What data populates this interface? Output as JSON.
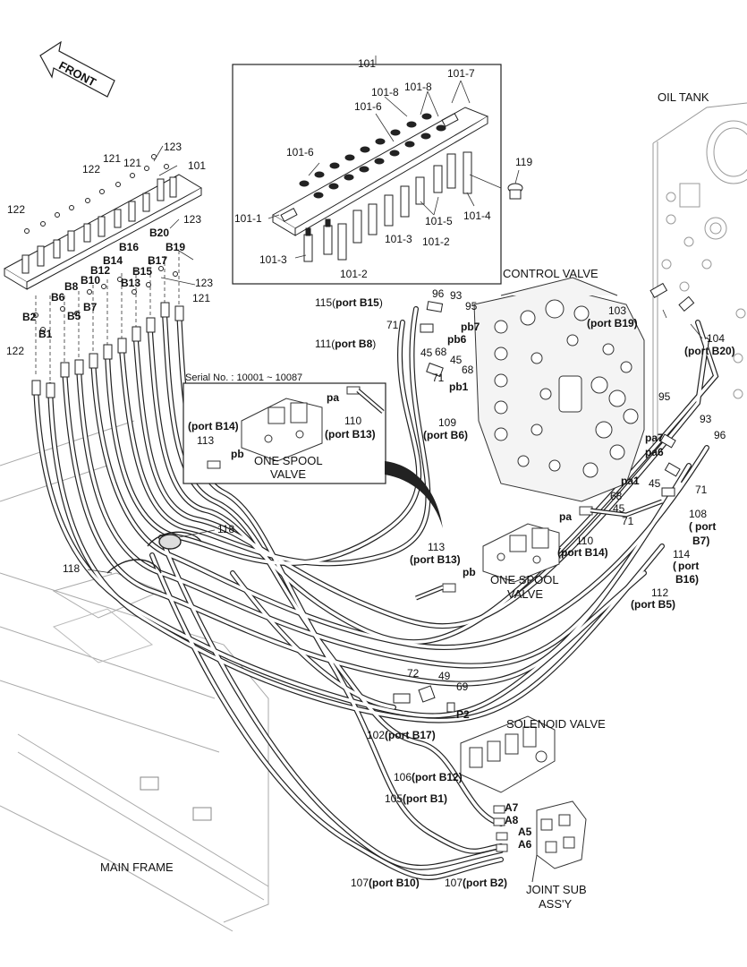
{
  "callouts": {
    "front": "FRONT",
    "oil_tank": "OIL TANK",
    "control_valve": "CONTROL VALVE",
    "solenoid_valve": "SOLENOID VALVE",
    "main_frame": "MAIN FRAME",
    "one_spool_valve_line1": "ONE SPOOL",
    "one_spool_valve_line2": "VALVE",
    "joint_sub_line1": "JOINT SUB",
    "joint_sub_line2": "ASS'Y",
    "serial": "Serial No. : 10001 ~ 10087"
  },
  "parts": {
    "p101": "101",
    "p101_1": "101-1",
    "p101_2": "101-2",
    "p101_3": "101-3",
    "p101_4": "101-4",
    "p101_5": "101-5",
    "p101_6": "101-6",
    "p101_7": "101-7",
    "p101_8": "101-8",
    "p119": "119",
    "p121": "121",
    "p122": "122",
    "p123": "123",
    "p118": "118",
    "p96": "96",
    "p93": "93",
    "p95": "95",
    "p71": "71",
    "p68": "68",
    "p45": "45",
    "p103": "103",
    "p104": "104",
    "p108": "108",
    "p114": "114",
    "p112": "112",
    "p110": "110",
    "p113": "113",
    "p109": "109",
    "p72": "72",
    "p49": "49",
    "p69": "69",
    "p102": "102",
    "p106": "106",
    "p105": "105",
    "p107": "107"
  },
  "ports": {
    "b1": "B1",
    "b2": "B2",
    "b5": "B5",
    "b6": "B6",
    "b7": "B7",
    "b8": "B8",
    "b10": "B10",
    "b12": "B12",
    "b13": "B13",
    "b14": "B14",
    "b15": "B15",
    "b16": "B16",
    "b17": "B17",
    "b19": "B19",
    "b20": "B20",
    "pb": "pb",
    "pa": "pa",
    "pb1": "pb1",
    "pb6": "pb6",
    "pb7": "pb7",
    "pa1": "pa1",
    "pa6": "pa6",
    "pa7": "pa7",
    "p2": "P2",
    "a5": "A5",
    "a6": "A6",
    "a7": "A7",
    "a8": "A8"
  },
  "port_refs": {
    "open": "(",
    "close": ")",
    "prefix": "port ",
    "port_word": "port",
    "b15": "(port B15)",
    "b8": "(port B8)",
    "b19": "(port B19)",
    "b20": "(port B20)",
    "b6": "(port B6)",
    "b14": "(port B14)",
    "b13": "(port B13)",
    "b7": "B7)",
    "b16": "B16)",
    "b5": "(port B5)",
    "b17": "(port B17)",
    "b12": "(port B12)",
    "b1": "(port B1)",
    "b10": "(port B10)",
    "b2": "(port B2)"
  }
}
